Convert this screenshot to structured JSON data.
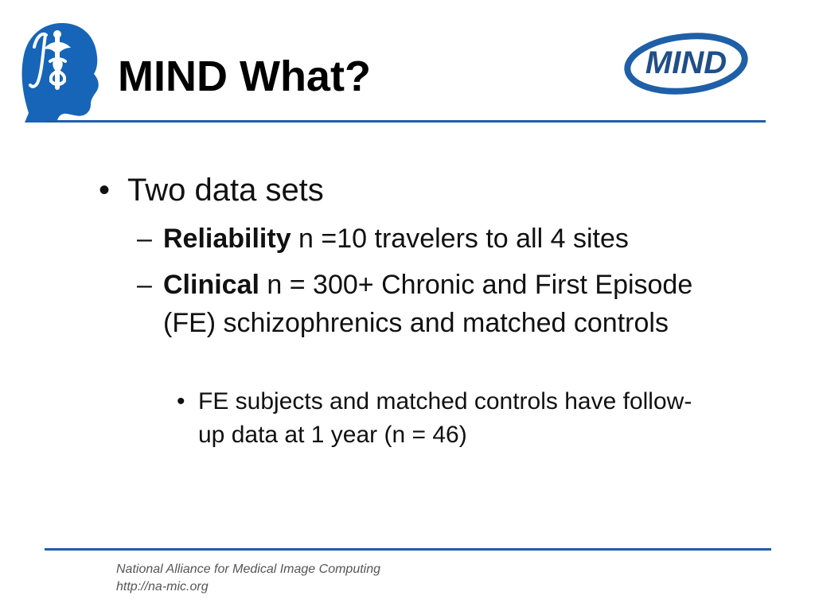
{
  "slide": {
    "title": "MIND What?",
    "logo_text": "MIND",
    "colors": {
      "accent": "#1f5fa8",
      "title": "#000000",
      "text": "#111111",
      "footer": "#555555"
    },
    "bullets": {
      "main": "Two data sets",
      "items": [
        {
          "bold": "Reliability",
          "text": " n =10 travelers to all 4 sites"
        },
        {
          "bold": "Clinical",
          "text": " n = 300+ Chronic and First Episode (FE) schizophrenics and matched controls"
        }
      ],
      "subitem": "FE subjects and matched controls have follow-up data at 1 year (n = 46)"
    },
    "footer": {
      "line1": "National Alliance for Medical Image Computing",
      "line2": "http://na-mic.org"
    }
  }
}
